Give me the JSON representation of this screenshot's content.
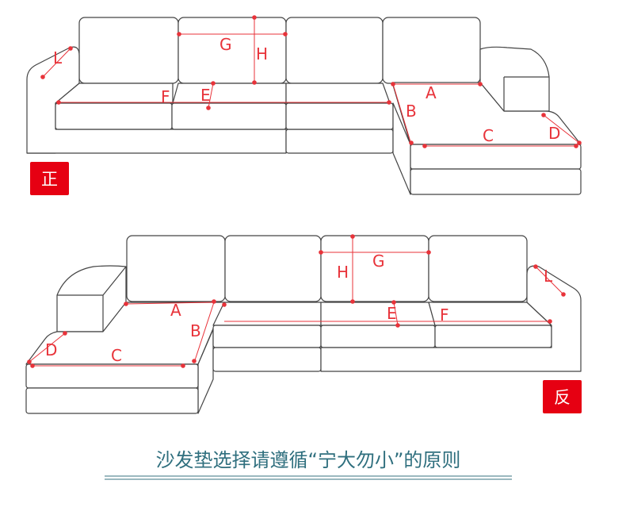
{
  "badges": {
    "front": "正",
    "back": "反"
  },
  "labels": {
    "front": {
      "L": "L",
      "G": "G",
      "H": "H",
      "F": "F",
      "E": "E",
      "A": "A",
      "B": "B",
      "C": "C",
      "D": "D"
    },
    "back": {
      "H": "H",
      "G": "G",
      "L": "L",
      "A": "A",
      "B": "B",
      "E": "E",
      "F": "F",
      "D": "D",
      "C": "C"
    }
  },
  "caption": "沙发垫选择请遵循“宁大勿小”的原则",
  "colors": {
    "marker": "#e8333a",
    "badge": "#e60012",
    "caption": "#2f6f7e",
    "outline": "#444444"
  }
}
